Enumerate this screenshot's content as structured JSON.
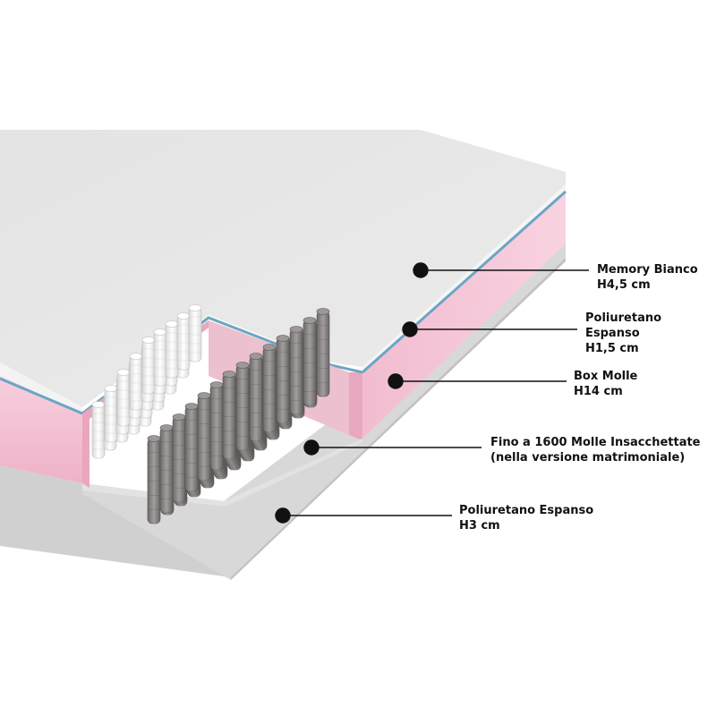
{
  "colors": {
    "background": "#ffffff",
    "top_surface": "#e6e6e6",
    "memory_edge": "#f4f4f4",
    "gel_band": "#6aa6c4",
    "pink_layer": "#f4c2d4",
    "bottom_layer": "#d6d6d6",
    "pocket_spring": "#8a8686",
    "white_spring": "#f6f6f6",
    "callout": "#111111"
  },
  "callouts": [
    {
      "name": "memory-bianco",
      "lines": [
        "Memory Bianco",
        "H4,5 cm"
      ]
    },
    {
      "name": "poliuretano-espanso-top",
      "lines": [
        "Poliuretano",
        "Espanso",
        "H1,5 cm"
      ]
    },
    {
      "name": "box-molle",
      "lines": [
        "Box Molle",
        "H14 cm"
      ]
    },
    {
      "name": "molle-insacchettate",
      "lines": [
        "Fino a 1600 Molle Insacchettate",
        "(nella versione matrimoniale)"
      ]
    },
    {
      "name": "poliuretano-espanso-bottom",
      "lines": [
        "Poliuretano Espanso",
        "H3 cm"
      ]
    }
  ]
}
